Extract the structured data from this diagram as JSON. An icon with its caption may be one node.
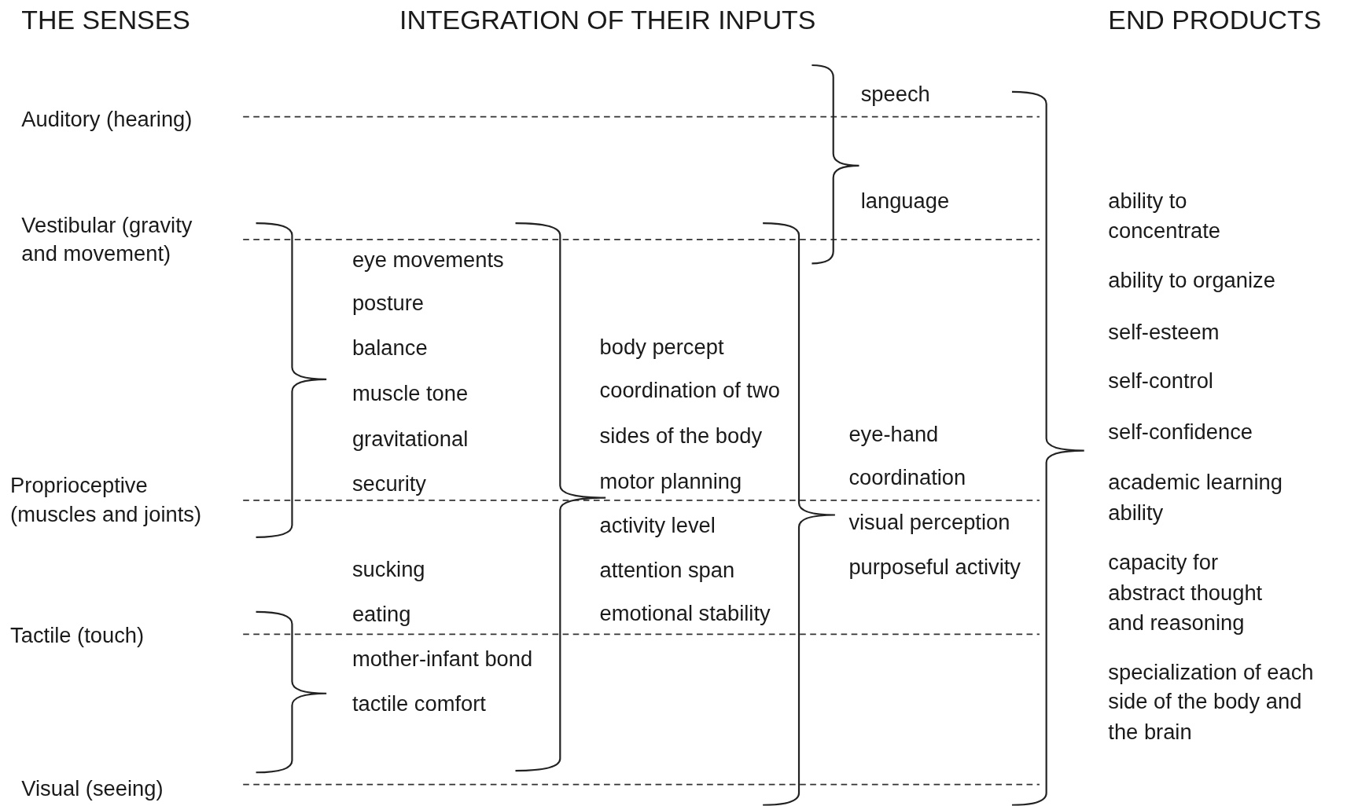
{
  "diagram": {
    "labels": [
      "THE SENSES",
      "INTEGRATION OF THEIR INPUTS",
      "END PRODUCTS",
      "Auditory (hearing)",
      "Vestibular (gravity and movement)",
      "Proprioceptive (muscles and joints)",
      "Tactile (touch)",
      "Visual (seeing)",
      "eye movements",
      "posture",
      "balance",
      "muscle tone",
      "gravitational security",
      "sucking",
      "eating",
      "mother-infant bond",
      "tactile comfort",
      "body percept",
      "coordination of two sides of the body",
      "motor planning",
      "activity level",
      "attention span",
      "emotional stability",
      "speech",
      "language",
      "eye-hand coordination",
      "visual perception",
      "purposeful activity",
      "ability to concentrate",
      "ability to organize",
      "self-esteem",
      "self-control",
      "self-confidence",
      "academic learning ability",
      "capacity for abstract thought and reasoning",
      "specialization of each side of the body and the brain"
    ]
  }
}
